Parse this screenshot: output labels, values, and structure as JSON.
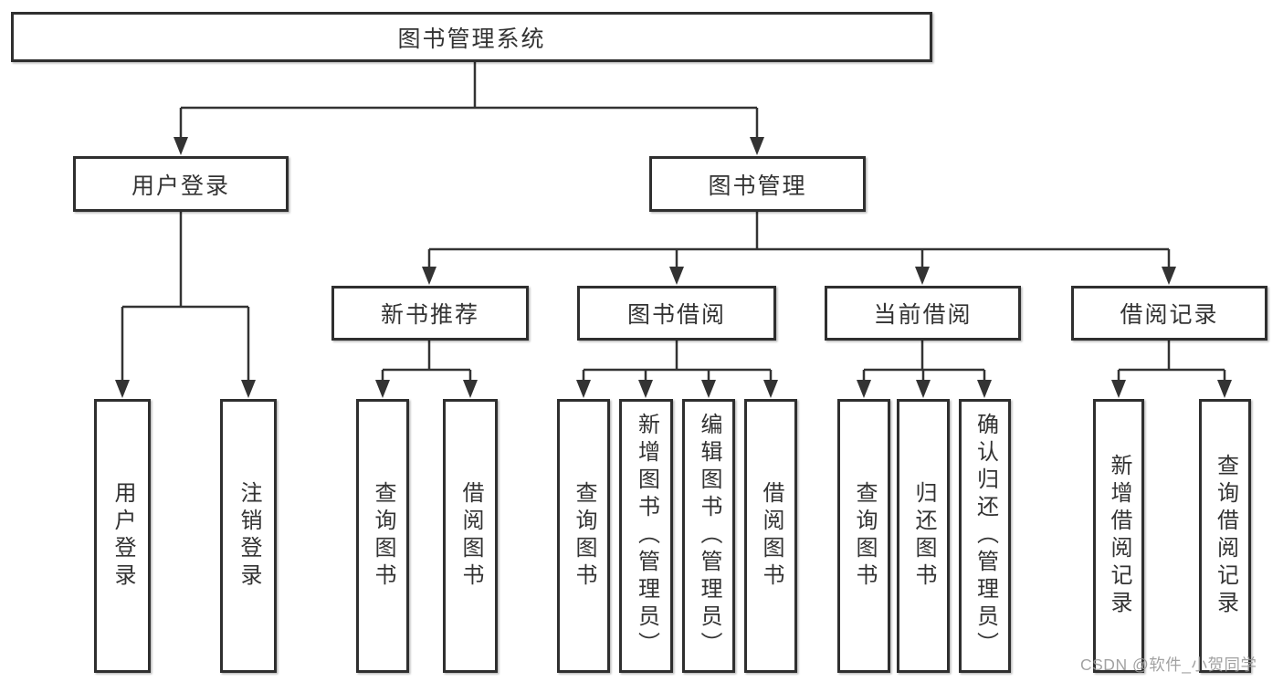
{
  "tree": {
    "root": {
      "label": "图书管理系统"
    },
    "level1": [
      {
        "id": "user-login",
        "label": "用户登录"
      },
      {
        "id": "book-management",
        "label": "图书管理"
      }
    ],
    "level2": [
      {
        "id": "new-book-recommendation",
        "label": "新书推荐"
      },
      {
        "id": "book-borrowing",
        "label": "图书借阅"
      },
      {
        "id": "current-borrowing",
        "label": "当前借阅"
      },
      {
        "id": "borrowing-records",
        "label": "借阅记录"
      }
    ],
    "leaves": {
      "user_login": [
        {
          "label": "用户登录"
        },
        {
          "label": "注销登录"
        }
      ],
      "new_book_recommendation": [
        {
          "label": "查询图书"
        },
        {
          "label": "借阅图书"
        }
      ],
      "book_borrowing": [
        {
          "label": "查询图书"
        },
        {
          "label": "新增图书（管理员）"
        },
        {
          "label": "编辑图书（管理员）"
        },
        {
          "label": "借阅图书"
        }
      ],
      "current_borrowing": [
        {
          "label": "查询图书"
        },
        {
          "label": "归还图书"
        },
        {
          "label": "确认归还（管理员）"
        }
      ],
      "borrowing_records": [
        {
          "label": "新增借阅记录"
        },
        {
          "label": "查询借阅记录"
        }
      ]
    }
  },
  "watermark": {
    "text": "CSDN @软件_小贺同学"
  },
  "colors": {
    "line": "#333333",
    "box_border": "#2f2f2f",
    "text": "#333333",
    "watermark": "#9b9b9b",
    "background": "#ffffff"
  }
}
